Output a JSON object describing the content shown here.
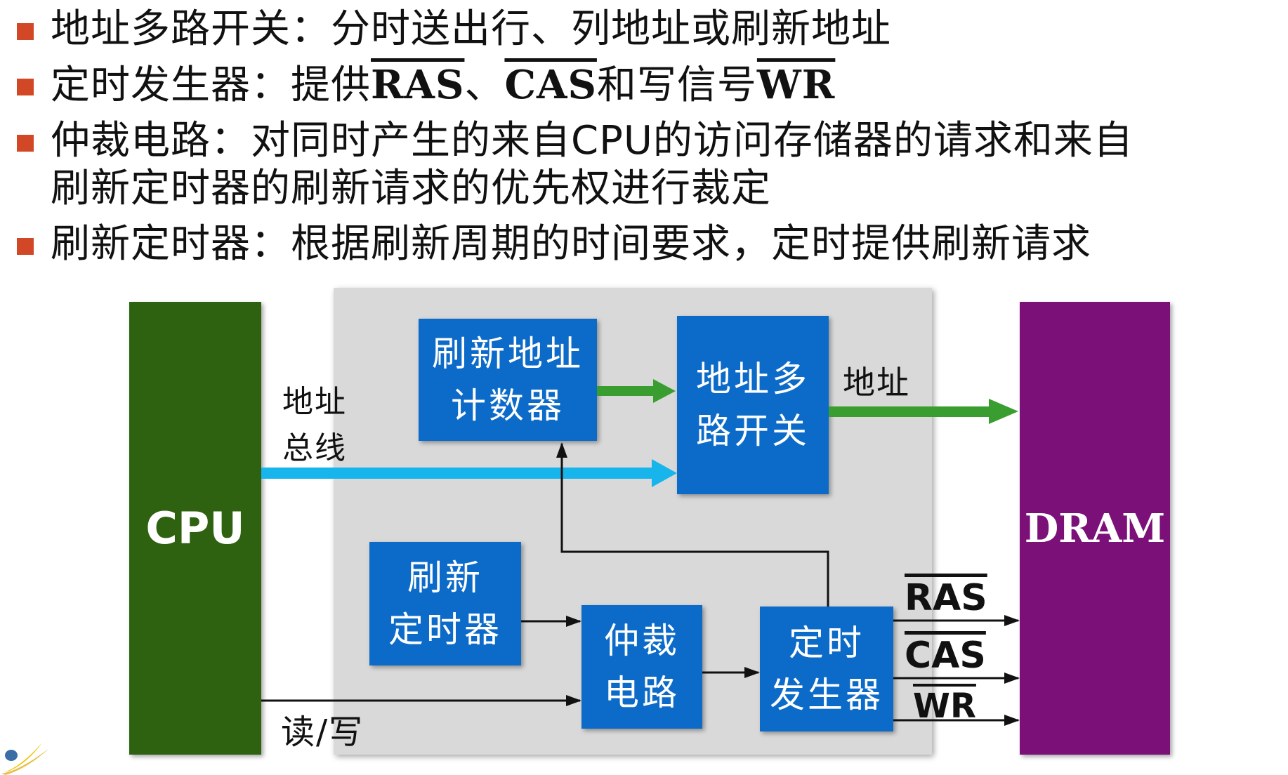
{
  "bullets": {
    "b1": {
      "pre": "地址多路开关：分时送出行、列地址或刷新地址"
    },
    "b2": {
      "pre": "定时发生器：提供",
      "ras": "RAS",
      "sep": "、",
      "cas": "CAS",
      "mid": "和写信号",
      "wr": "WR"
    },
    "b3": {
      "line1": "仲裁电路：对同时产生的来自CPU的访问存储器的请求和来自",
      "line2": "刷新定时器的刷新请求的优先权进行裁定"
    },
    "b4": {
      "pre": "刷新定时器：根据刷新周期的时间要求，定时提供刷新请求"
    }
  },
  "diagram": {
    "cpu": "CPU",
    "dram": "DRAM",
    "counter": {
      "line1": "刷新地址",
      "line2": "计数器"
    },
    "mux": {
      "line1": "地址多",
      "line2": "路开关"
    },
    "timer": {
      "line1": "刷新",
      "line2": "定时器"
    },
    "arbiter": {
      "line1": "仲裁",
      "line2": "电路"
    },
    "gen": {
      "line1": "定时",
      "line2": "发生器"
    },
    "bus_label": {
      "line1": "地址",
      "line2": "总线"
    },
    "addr_label": "地址",
    "rw_label": "读/写",
    "signals": {
      "ras": "RAS",
      "cas": "CAS",
      "wr": "WR"
    }
  },
  "colors": {
    "bullet": "#d24726",
    "cpu": "#2e6110",
    "dram": "#7b1079",
    "box": "#0c6bc8",
    "panel": "#d9d9d9",
    "green_arrow": "#3a9d2f",
    "cyan_arrow": "#18b4ec"
  },
  "icons": {
    "logo": "swoosh-logo-icon"
  }
}
